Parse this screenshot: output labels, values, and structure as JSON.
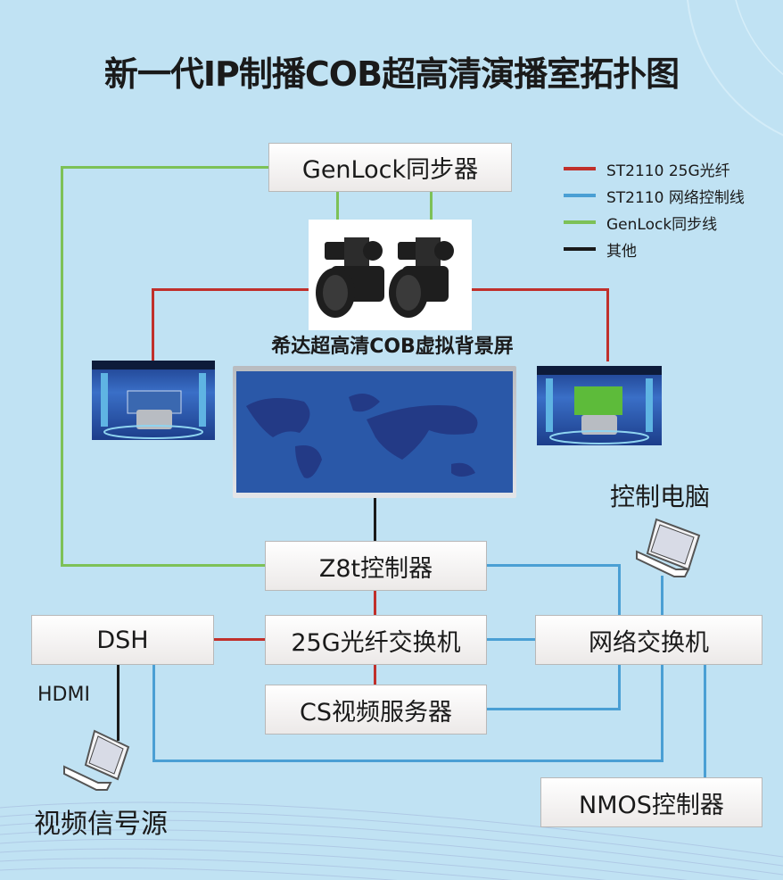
{
  "title": "新一代IP制播COB超高清演播室拓扑图",
  "legend": [
    {
      "label": "ST2110 25G光纤",
      "color": "#c0302b"
    },
    {
      "label": "ST2110 网络控制线",
      "color": "#4a9fd4"
    },
    {
      "label": "GenLock同步线",
      "color": "#7dc157"
    },
    {
      "label": "其他",
      "color": "#1a1a1a"
    }
  ],
  "nodes": {
    "genlock": "GenLock同步器",
    "z8t": "Z8t控制器",
    "switch25g": "25G光纤交换机",
    "cs_server": "CS视频服务器",
    "dsh": "DSH",
    "net_switch": "网络交换机",
    "nmos": "NMOS控制器"
  },
  "labels": {
    "screen": "希达超高清COB虚拟背景屏",
    "control_pc": "控制电脑",
    "hdmi": "HDMI",
    "video_source": "视频信号源"
  },
  "images": {
    "cameras": "camera-pair",
    "studio_left": "virtual-studio-set",
    "studio_right": "green-screen-studio-set",
    "cob_screen": "world-map-cob-display"
  }
}
